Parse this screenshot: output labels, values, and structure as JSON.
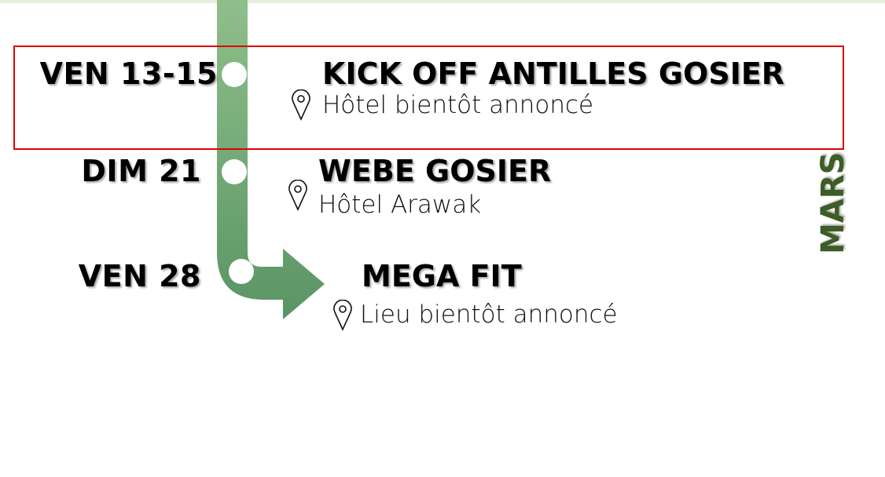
{
  "month": "MARS",
  "colors": {
    "track_top": "#8fbf8a",
    "track_bottom": "#5a9465",
    "month": "#3d5c27",
    "highlight": "#e00000"
  },
  "events": [
    {
      "date": "VEN 13-15",
      "title": "KICK OFF ANTILLES GOSIER",
      "location": "Hôtel bientôt annoncé",
      "icon": "map-pin-icon"
    },
    {
      "date": "DIM 21",
      "title": "WEBE GOSIER",
      "location": "Hôtel Arawak",
      "icon": "map-pin-icon"
    },
    {
      "date": "VEN 28",
      "title": "MEGA FIT",
      "location": "Lieu bientôt annoncé",
      "icon": "map-pin-icon"
    }
  ]
}
